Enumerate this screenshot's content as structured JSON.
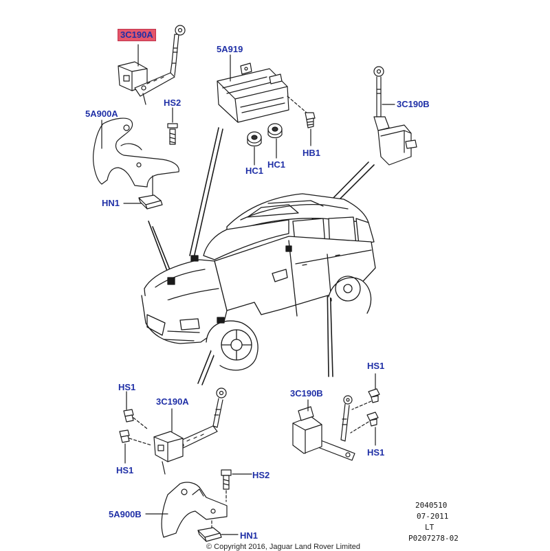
{
  "callouts": {
    "c3c190a_top": "3C190A",
    "c5a919": "5A919",
    "c3c190b_top": "3C190B",
    "chs2_top": "HS2",
    "c5a900a": "5A900A",
    "chc1_left": "HC1",
    "chc1_right": "HC1",
    "chb1": "HB1",
    "chn1_top": "HN1",
    "chs1_bl_top": "HS1",
    "c3c190a_bottom": "3C190A",
    "chs1_bl_bottom": "HS1",
    "chs2_bottom": "HS2",
    "c5a900b": "5A900B",
    "chn1_bottom": "HN1",
    "chs1_br_top": "HS1",
    "c3c190b_bottom": "3C190B",
    "chs1_br_bottom": "HS1"
  },
  "meta": {
    "code": "2040510",
    "date": "07-2011",
    "market": "LT",
    "ref": "P0207278-02",
    "copyright": "© Copyright 2016, Jaguar Land Rover Limited"
  },
  "colors": {
    "callout_text": "#1f2fa6",
    "highlight": "#e4556b",
    "linework": "#1a1a1a"
  }
}
